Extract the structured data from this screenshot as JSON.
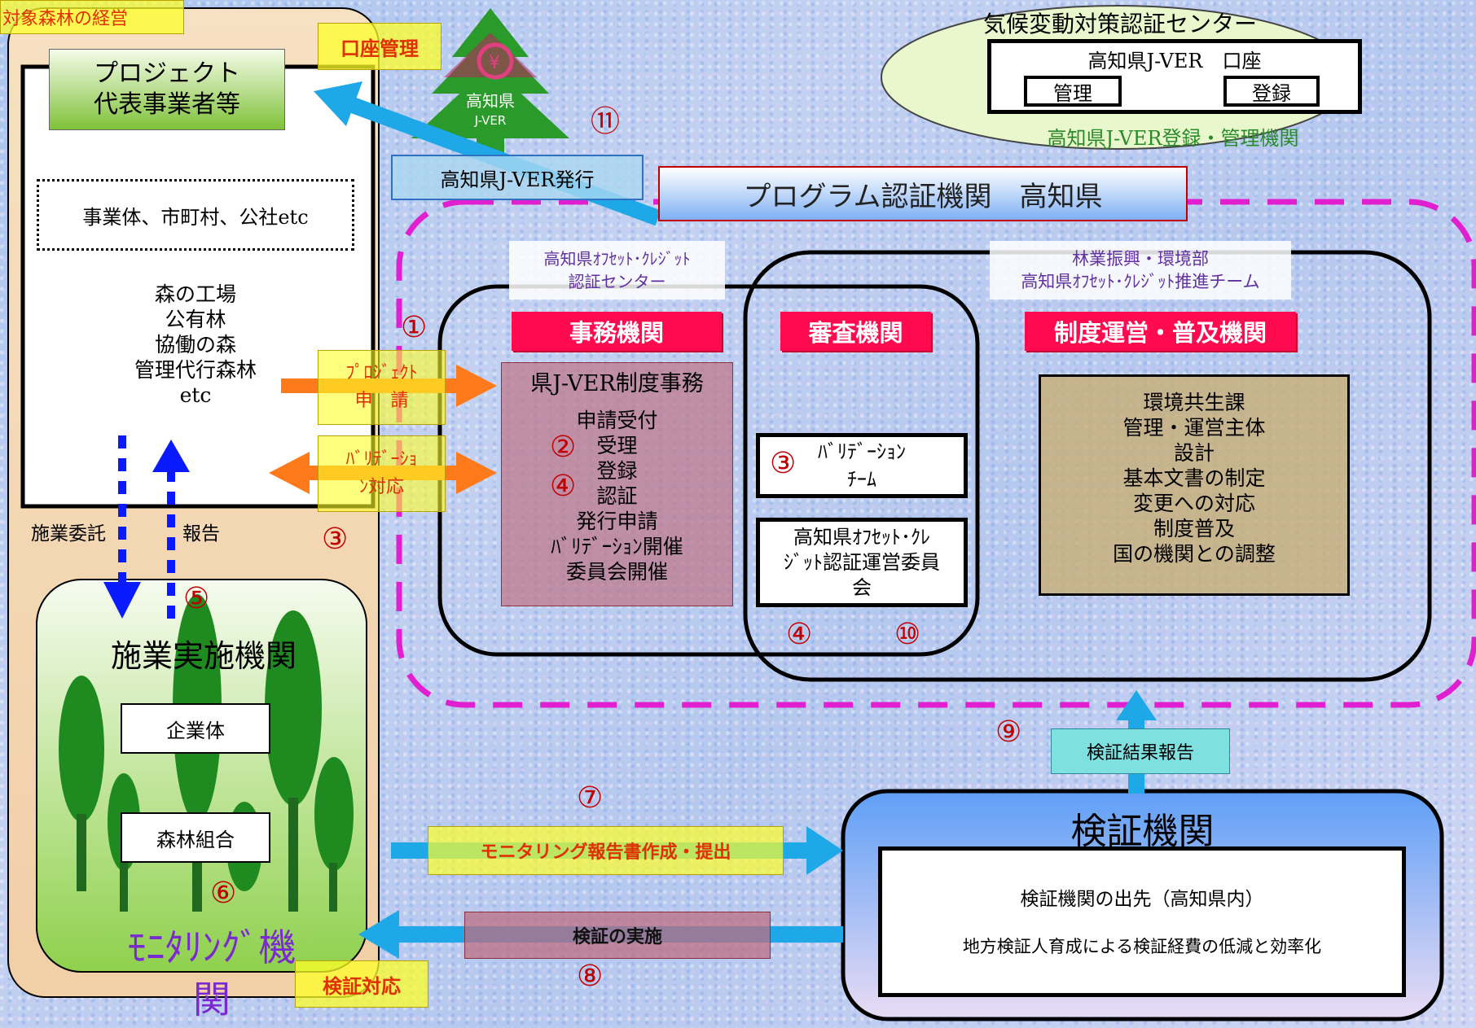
{
  "corner_label": "対象森林の経営",
  "left_panel": {
    "project_box": {
      "line1": "プロジェクト",
      "line2": "代表事業者等"
    },
    "account_mgmt": "口座管理",
    "entities": "事業体、市町村、公社etc",
    "forests": [
      "森の工場",
      "公有林",
      "協働の森",
      "管理代行森林",
      "etc"
    ],
    "contract_label": "施業委託",
    "report_label": "報告"
  },
  "tree_logo": {
    "line1": "高知県",
    "line2": "J-VER"
  },
  "issue_label": "高知県J-VER発行",
  "center_top": {
    "title": "気候変動対策認証センター",
    "account": "高知県J-VER　口座",
    "manage": "管理",
    "register": "登録",
    "subtitle": "高知県J-VER登録・管理機関"
  },
  "program_banner": "プログラム認証機関　高知県",
  "offset_center": {
    "line1": "高知県ｵﾌｾｯﾄ･ｸﾚｼﾞｯﾄ",
    "line2": "認証センター"
  },
  "forestry_dept": {
    "line1": "林業振興・環境部",
    "line2": "高知県ｵﾌｾｯﾄ･ｸﾚｼﾞｯﾄ推進チーム"
  },
  "labels": {
    "office": "事務機関",
    "review": "審査機関",
    "operation": "制度運営・普及機関"
  },
  "office_box": {
    "title": "県J-VER制度事務",
    "items": [
      "申請受付",
      "受理",
      "登録",
      "認証",
      "発行申請",
      "ﾊﾞﾘﾃﾞｰｼｮﾝ開催",
      "委員会開催"
    ]
  },
  "validation_team": {
    "line1": "ﾊﾞﾘﾃﾞｰｼｮﾝ",
    "line2": "ﾁｰﾑ"
  },
  "committee": {
    "line1": "高知県ｵﾌｾｯﾄ･ｸﾚ",
    "line2": "ｼﾞｯﾄ認証運営委員",
    "line3": "会"
  },
  "operation_box": [
    "環境共生課",
    "管理・運営主体",
    "設計",
    "基本文書の制定",
    "変更への対応",
    "制度普及",
    "国の機関との調整"
  ],
  "project_apply": {
    "line1": "ﾌﾟﾛｼﾞｪｸﾄ",
    "line2": "申　請"
  },
  "validation_resp": {
    "line1": "ﾊﾞﾘﾃﾞｰｼｮ",
    "line2": "ﾝ対応"
  },
  "implementer": {
    "title": "施業実施機関",
    "company": "企業体",
    "coop": "森林組合",
    "monitoring_line1": "ﾓﾆﾀﾘﾝｸﾞ機",
    "monitoring_line2": "関"
  },
  "verify_response": "検証対応",
  "monitoring_report": "モニタリング報告書作成・提出",
  "verify_impl": "検証の実施",
  "verify_result": "検証結果報告",
  "verifier": {
    "title": "検証機関",
    "branch": "検証機関の出先（高知県内）",
    "desc": "地方検証人育成による検証経費の低減と効率化"
  },
  "numbers": {
    "n1": "①",
    "n2": "②",
    "n3a": "③",
    "n3b": "③",
    "n4a": "④",
    "n4b": "④",
    "n5": "⑤",
    "n6": "⑥",
    "n7": "⑦",
    "n8": "⑧",
    "n9": "⑨",
    "n10": "⑩",
    "n11": "⑪"
  },
  "colors": {
    "red_label": "#ff0a4f",
    "dashed_magenta": "#e020d0",
    "arrow_orange": "#ff7a1a",
    "arrow_cyan": "#1fa8e8",
    "arrow_blue": "#0a1aff",
    "number_red": "#c00000"
  }
}
